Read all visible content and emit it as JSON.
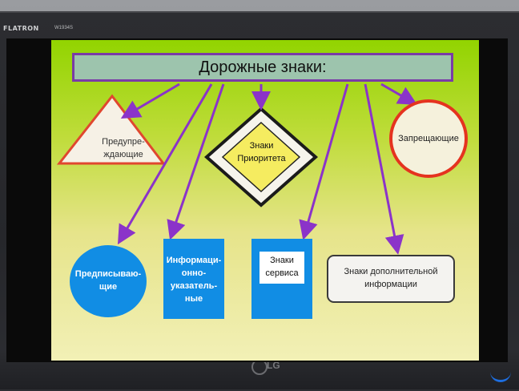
{
  "monitor": {
    "brand": "FLATRON",
    "model": "W1934S",
    "logo": "LG"
  },
  "slide": {
    "title": "Дорожные знаки:",
    "categories": {
      "warning": "Предупре-\nждающие",
      "priority": "Знаки\nПриоритета",
      "prohibitory": "Запрещающие",
      "mandatory": "Предписываю-\nщие",
      "informational": "Информаци-\nонно-\nуказатель-\nные",
      "service": "Знаки\nсервиса",
      "additional": "Знаки дополнительной\nинформации"
    },
    "colors": {
      "arrow": "#8b33c9",
      "title_fill": "#9dc4ad",
      "blue_sign": "#118de4",
      "red_border": "#e5331f"
    }
  }
}
